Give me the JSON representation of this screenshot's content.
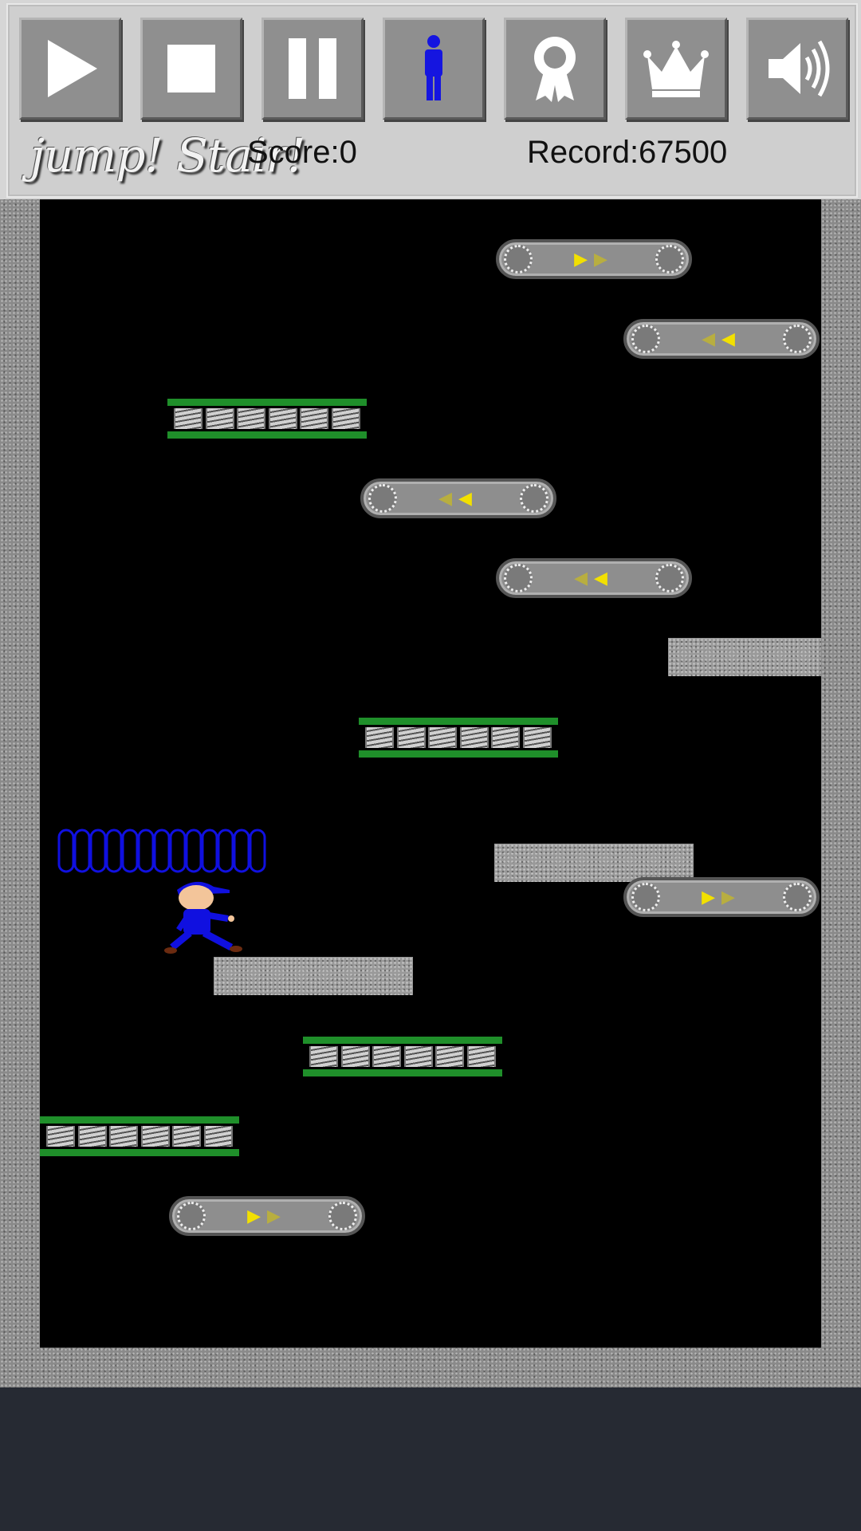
{
  "header": {
    "app_title": "jump! Stair!",
    "score_text": "Score:0",
    "record_text": "Record:67500",
    "buttons": [
      {
        "name": "play-button",
        "icon": "play-icon"
      },
      {
        "name": "stop-button",
        "icon": "stop-icon"
      },
      {
        "name": "pause-button",
        "icon": "pause-icon"
      },
      {
        "name": "character-button",
        "icon": "person-icon",
        "color": "#1515e0"
      },
      {
        "name": "achievements-button",
        "icon": "ribbon-award-icon"
      },
      {
        "name": "leaderboard-button",
        "icon": "crown-icon"
      },
      {
        "name": "sound-button",
        "icon": "speaker-icon"
      }
    ]
  },
  "colors": {
    "header_bg": "#cfcfcf",
    "field_bg": "#000000",
    "spring_green": "#1f8f2a",
    "conveyor_arrow": "#f2e000",
    "player_blue": "#1010e0"
  },
  "game": {
    "platforms": [
      {
        "type": "conveyor",
        "direction": "right"
      },
      {
        "type": "conveyor",
        "direction": "left"
      },
      {
        "type": "spring"
      },
      {
        "type": "conveyor",
        "direction": "left"
      },
      {
        "type": "conveyor",
        "direction": "left"
      },
      {
        "type": "stone"
      },
      {
        "type": "spring"
      },
      {
        "type": "stone"
      },
      {
        "type": "conveyor",
        "direction": "right"
      },
      {
        "type": "stone"
      },
      {
        "type": "spring"
      },
      {
        "type": "spring"
      },
      {
        "type": "conveyor",
        "direction": "right"
      }
    ],
    "player": {
      "character": "boy-in-blue-cap",
      "state": "running"
    },
    "powerup": {
      "type": "blue-spring-coil"
    }
  }
}
